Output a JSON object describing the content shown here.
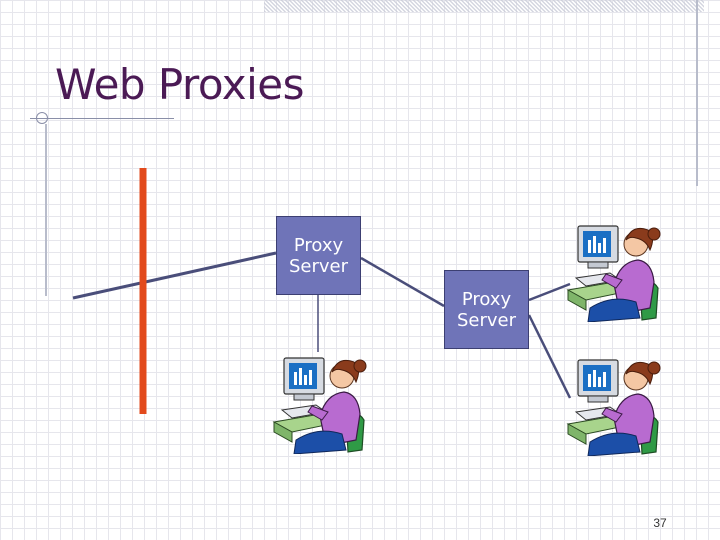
{
  "slide": {
    "title": "Web Proxies",
    "page_number": "37"
  },
  "proxies": [
    {
      "line1": "Proxy",
      "line2": "Server"
    },
    {
      "line1": "Proxy",
      "line2": "Server"
    }
  ],
  "colors": {
    "title": "#4b1a55",
    "proxy_fill": "#6f74b8",
    "wire": "#4a4e7a",
    "firewall": "#e24a1c"
  },
  "icons": {
    "user": "user-at-computer-icon"
  }
}
